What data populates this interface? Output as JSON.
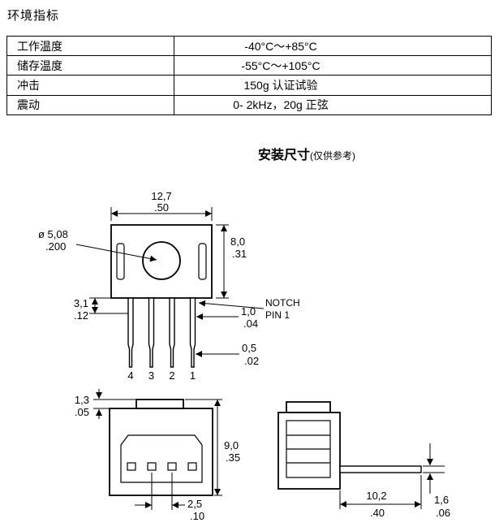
{
  "page": {
    "title": "环境指标"
  },
  "env_table": {
    "rows": [
      {
        "label": "工作温度",
        "value": "-40°C～+85°C"
      },
      {
        "label": "储存温度",
        "value": "-55°C～+105°C"
      },
      {
        "label": "冲击",
        "value": "150g 认证试验"
      },
      {
        "label": "震动",
        "value": "0- 2kHz，20g 正弦"
      }
    ]
  },
  "section": {
    "title": "安装尺寸",
    "subtitle": "(仅供参考)"
  },
  "drawing": {
    "top_view": {
      "width_mm": "12,7",
      "width_in": ".50",
      "hole_dia_mm": "ø 5,08",
      "hole_dia_in": ".200",
      "height_mm": "8,0",
      "height_in": ".31",
      "shoulder_mm": "3,1",
      "shoulder_in": ".12",
      "pin_width_mm": "1,0",
      "pin_width_in": ".04",
      "pin_tip_mm": "0,5",
      "pin_tip_in": ".02",
      "notch_line1": "NOTCH",
      "notch_line2": "PIN 1",
      "pin_numbers": [
        "4",
        "3",
        "2",
        "1"
      ]
    },
    "front_view": {
      "tab_mm": "1,3",
      "tab_in": ".05",
      "height_mm": "9,0",
      "height_in": ".35",
      "pitch_mm": "2,5",
      "pitch_in": ".10"
    },
    "side_view": {
      "length_mm": "10,2",
      "length_in": ".40",
      "thickness_mm": "1,6",
      "thickness_in": ".06"
    }
  }
}
